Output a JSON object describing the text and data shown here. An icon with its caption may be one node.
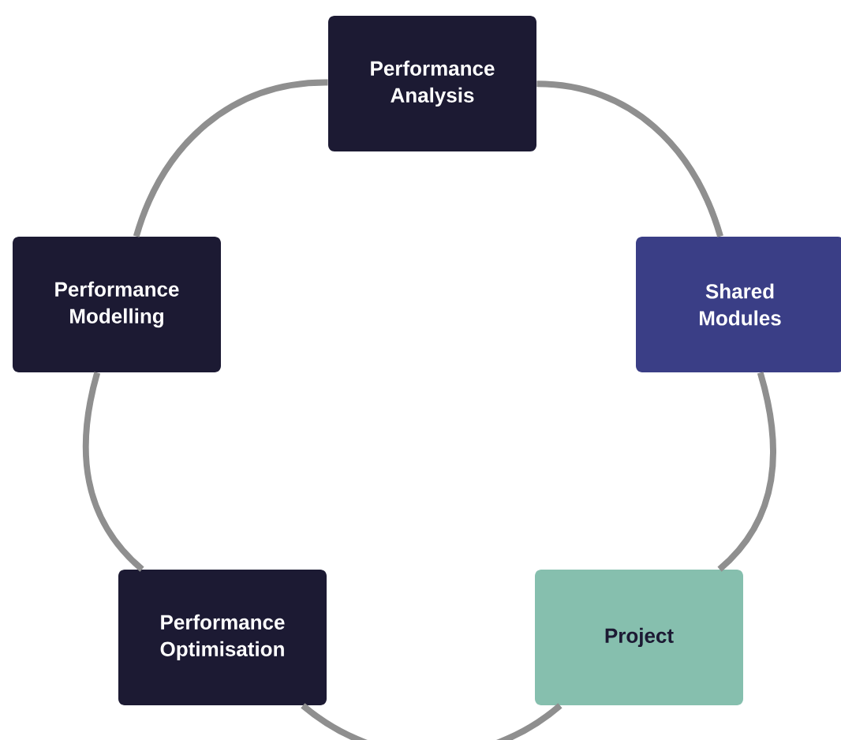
{
  "diagram": {
    "nodes": [
      {
        "text": [
          "Performance Analysis"
        ]
      },
      {
        "text": [
          "Shared Modules"
        ]
      },
      {
        "text": [
          "Project"
        ]
      },
      {
        "text": [
          "Performance Optimisation"
        ]
      },
      {
        "text": [
          "Performance Modelling"
        ]
      }
    ],
    "edges": [
      {
        "from": 0,
        "to": 1,
        "arrow": "none"
      },
      {
        "from": 1,
        "to": 2,
        "arrow": "none"
      },
      {
        "from": 2,
        "to": 3,
        "arrow": "none"
      },
      {
        "from": 3,
        "to": 4,
        "arrow": "none"
      },
      {
        "from": 4,
        "to": 0,
        "arrow": "none"
      }
    ]
  }
}
